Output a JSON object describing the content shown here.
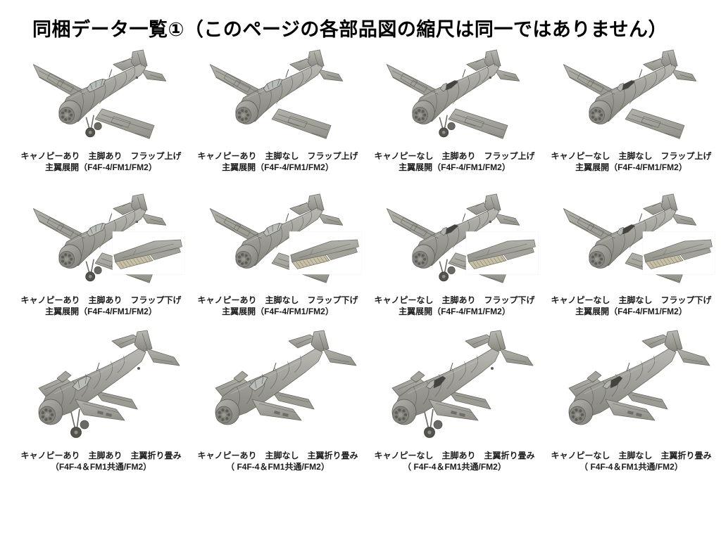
{
  "page": {
    "title": "同梱データ一覧①（このページの各部品図の縮尺は同一ではありません）",
    "background": "#ffffff",
    "title_color": "#000000",
    "caption_color": "#1c1c1c"
  },
  "colors": {
    "plane_light": "#b9b8b2",
    "plane_mid": "#98978f",
    "plane_dark": "#84837c",
    "panel_line": "#5b5a54",
    "engine_face": "#84837d",
    "flap_ribbed": "#c8c1a9",
    "inset_background": "#ffffff"
  },
  "cells": [
    {
      "wings": "extended",
      "canopy": true,
      "gear": true,
      "flaps": "up",
      "line1": "キャノピーあり　主脚あり　フラップ上げ",
      "line2": "主翼展開（F4F-4/FM1/FM2）"
    },
    {
      "wings": "extended",
      "canopy": true,
      "gear": false,
      "flaps": "up",
      "line1": "キャノピーあり　主脚なし　フラップ上げ",
      "line2": "主翼展開（F4F-4/FM1/FM2）"
    },
    {
      "wings": "extended",
      "canopy": false,
      "gear": true,
      "flaps": "up",
      "line1": "キャノピーなし　主脚あり　フラップ上げ",
      "line2": "主翼展開（F4F-4/FM1/FM2）"
    },
    {
      "wings": "extended",
      "canopy": false,
      "gear": false,
      "flaps": "up",
      "line1": "キャノピーなし　主脚なし　フラップ上げ",
      "line2": "主翼展開（F4F-4/FM1/FM2）"
    },
    {
      "wings": "extended",
      "canopy": true,
      "gear": true,
      "flaps": "down",
      "line1": "キャノピーあり　主脚あり　フラップ下げ",
      "line2": "主翼展開（F4F-4/FM1/FM2）"
    },
    {
      "wings": "extended",
      "canopy": true,
      "gear": false,
      "flaps": "down",
      "line1": "キャノピーあり　主脚なし　フラップ下げ",
      "line2": "主翼展開（F4F-4/FM1/FM2）"
    },
    {
      "wings": "extended",
      "canopy": false,
      "gear": true,
      "flaps": "down",
      "line1": "キャノピーなし　主脚あり　フラップ下げ",
      "line2": "主翼展開（F4F-4/FM1/FM2）"
    },
    {
      "wings": "extended",
      "canopy": false,
      "gear": false,
      "flaps": "down",
      "line1": "キャノピーなし　主脚なし　フラップ下げ",
      "line2": "主翼展開（F4F-4/FM1/FM2）"
    },
    {
      "wings": "folded",
      "canopy": true,
      "gear": true,
      "flaps": "none",
      "line1": "キャノピーあり　主脚あり　主翼折り畳み",
      "line2": "（F4F-4＆FM1共通/FM2）"
    },
    {
      "wings": "folded",
      "canopy": true,
      "gear": false,
      "flaps": "none",
      "line1": "キャノピーあり　主脚なし　主翼折り畳み",
      "line2": "（ F4F-4＆FM1共通/FM2）"
    },
    {
      "wings": "folded",
      "canopy": false,
      "gear": true,
      "flaps": "none",
      "line1": "キャノピーなし　主脚あり　主翼折り畳み",
      "line2": "（ F4F-4＆FM1共通/FM2）"
    },
    {
      "wings": "folded",
      "canopy": false,
      "gear": false,
      "flaps": "none",
      "line1": "キャノピーなし　主脚なし　主翼折り畳み",
      "line2": "（ F4F-4＆FM1共通/FM2）"
    }
  ]
}
